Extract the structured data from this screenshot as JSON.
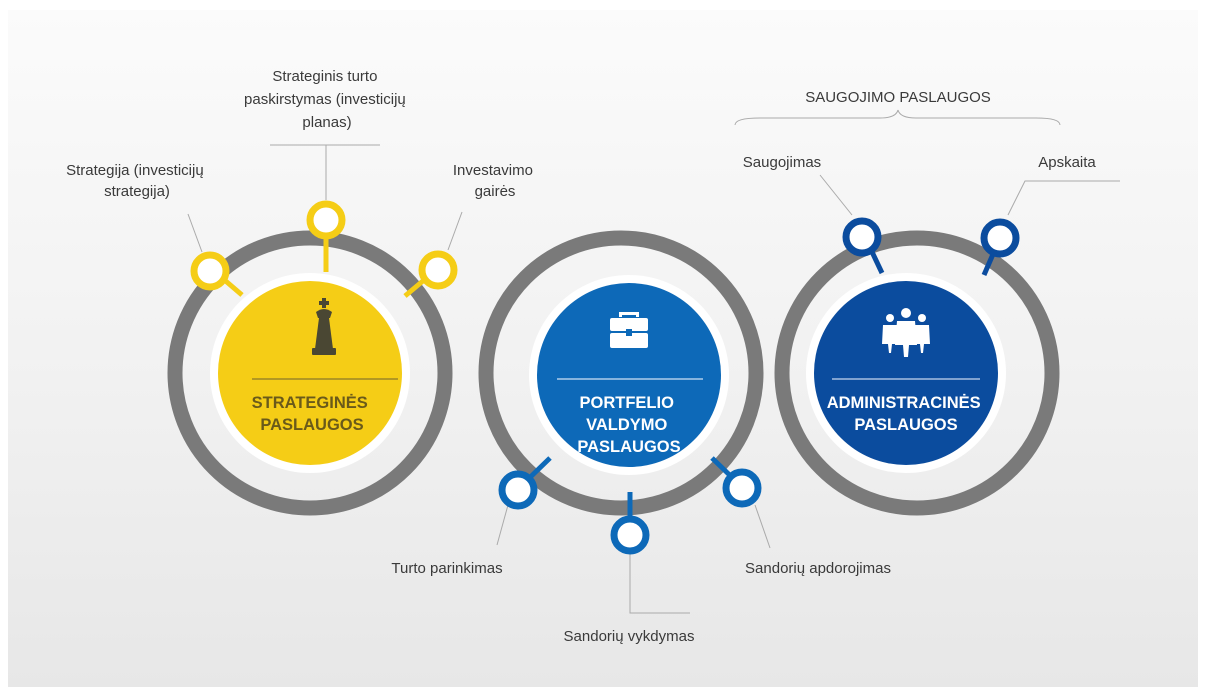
{
  "group_label": "SAUGOJIMO PASLAUGOS",
  "circles": [
    {
      "title_lines": [
        "STRATEGINĖS",
        "PASLAUGOS"
      ],
      "icon": "chess-king-icon",
      "color": "#f5cd16"
    },
    {
      "title_lines": [
        "PORTFELIO",
        "VALDYMO",
        "PASLAUGOS"
      ],
      "icon": "briefcase-icon",
      "color": "#0d69b8"
    },
    {
      "title_lines": [
        "ADMINISTRACINĖS",
        "PASLAUGOS"
      ],
      "icon": "team-icon",
      "color": "#0b4c9e"
    }
  ],
  "labels": {
    "strategija": [
      "Strategija (investicijų",
      "strategija)"
    ],
    "strateginis": [
      "Strateginis turto",
      "paskirstymas (investicijų",
      "planas)"
    ],
    "investavimo": [
      "Investavimo",
      "gairės"
    ],
    "saugojimas": [
      "Saugojimas"
    ],
    "apskaita": [
      "Apskaita"
    ],
    "turto": [
      "Turto parinkimas"
    ],
    "vykdymas": [
      "Sandorių vykdymas"
    ],
    "apdorojimas": [
      "Sandorių apdorojimas"
    ]
  },
  "colors": {
    "ring": "#7a7a7a",
    "ring_overlap": "#2c2c2c",
    "connector": "#aaaaaa",
    "yellow_node": "#f5cd16",
    "blue_node": "#0d69b8",
    "dark_blue_node": "#0b4c9e",
    "title_dark": "#6a5a1a",
    "title_light": "#ffffff"
  }
}
